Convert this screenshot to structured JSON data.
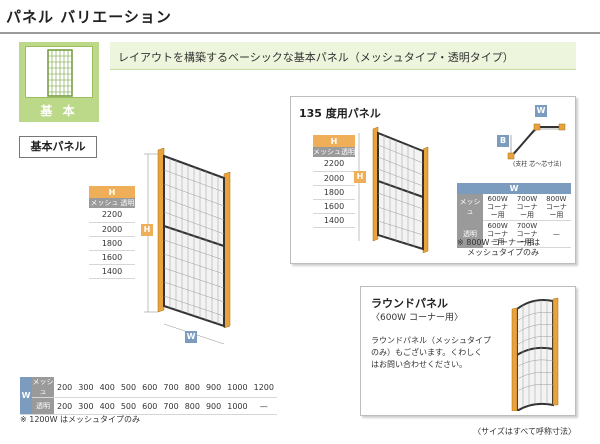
{
  "page": {
    "title": "パネル バリエーション",
    "footnote": "〈サイズはすべて呼称寸法〉"
  },
  "category": {
    "label": "基 本"
  },
  "banner": {
    "text": "レイアウトを構築するベーシックな基本パネル（メッシュタイプ・透明タイプ）"
  },
  "basic_panel": {
    "section_label": "基本パネル",
    "h_table": {
      "header": "H",
      "col_mesh": "メッシュ",
      "col_clear": "透明",
      "values": [
        "2200",
        "2000",
        "1800",
        "1600",
        "1400"
      ]
    },
    "dim_h": "H",
    "dim_w": "W",
    "w_table": {
      "header": "W",
      "rows": [
        {
          "label": "メッシュ",
          "values": [
            "200",
            "300",
            "400",
            "500",
            "600",
            "700",
            "800",
            "900",
            "1000",
            "1200"
          ]
        },
        {
          "label": "透明",
          "values": [
            "200",
            "300",
            "400",
            "500",
            "600",
            "700",
            "800",
            "900",
            "1000",
            "—"
          ]
        }
      ]
    },
    "note": "※ 1200W はメッシュタイプのみ"
  },
  "panel_135": {
    "title": "135 度用パネル",
    "h_table": {
      "header": "H",
      "col_mesh": "メッシュ",
      "col_clear": "透明",
      "values": [
        "2200",
        "2000",
        "1800",
        "1600",
        "1400"
      ]
    },
    "dim_h": "H",
    "diagram": {
      "w_label": "W",
      "b_label": "B",
      "caption": "(支柱 芯〜芯寸法)"
    },
    "w_table": {
      "header": "W",
      "rows": [
        {
          "label": "メッシュ",
          "values": [
            "600W\nコーナー用",
            "700W\nコーナー用",
            "800W\nコーナー用"
          ]
        },
        {
          "label": "透明",
          "values": [
            "600W\nコーナー用",
            "700W\nコーナー用",
            "—"
          ]
        }
      ]
    },
    "note_line1": "※ 800W コーナー用は",
    "note_line2": "メッシュタイプのみ"
  },
  "round_panel": {
    "title": "ラウンドパネル",
    "subtitle": "〈600W コーナー用〉",
    "desc_line1": "ラウンドパネル（メッシュタイプ",
    "desc_line2": "のみ）もございます。くわしく",
    "desc_line3": "はお問い合わせください。"
  },
  "colors": {
    "accent_green": "#bcd889",
    "accent_orange": "#efae58",
    "accent_blue": "#7c9cbf",
    "post_orange": "#e8a33c"
  }
}
